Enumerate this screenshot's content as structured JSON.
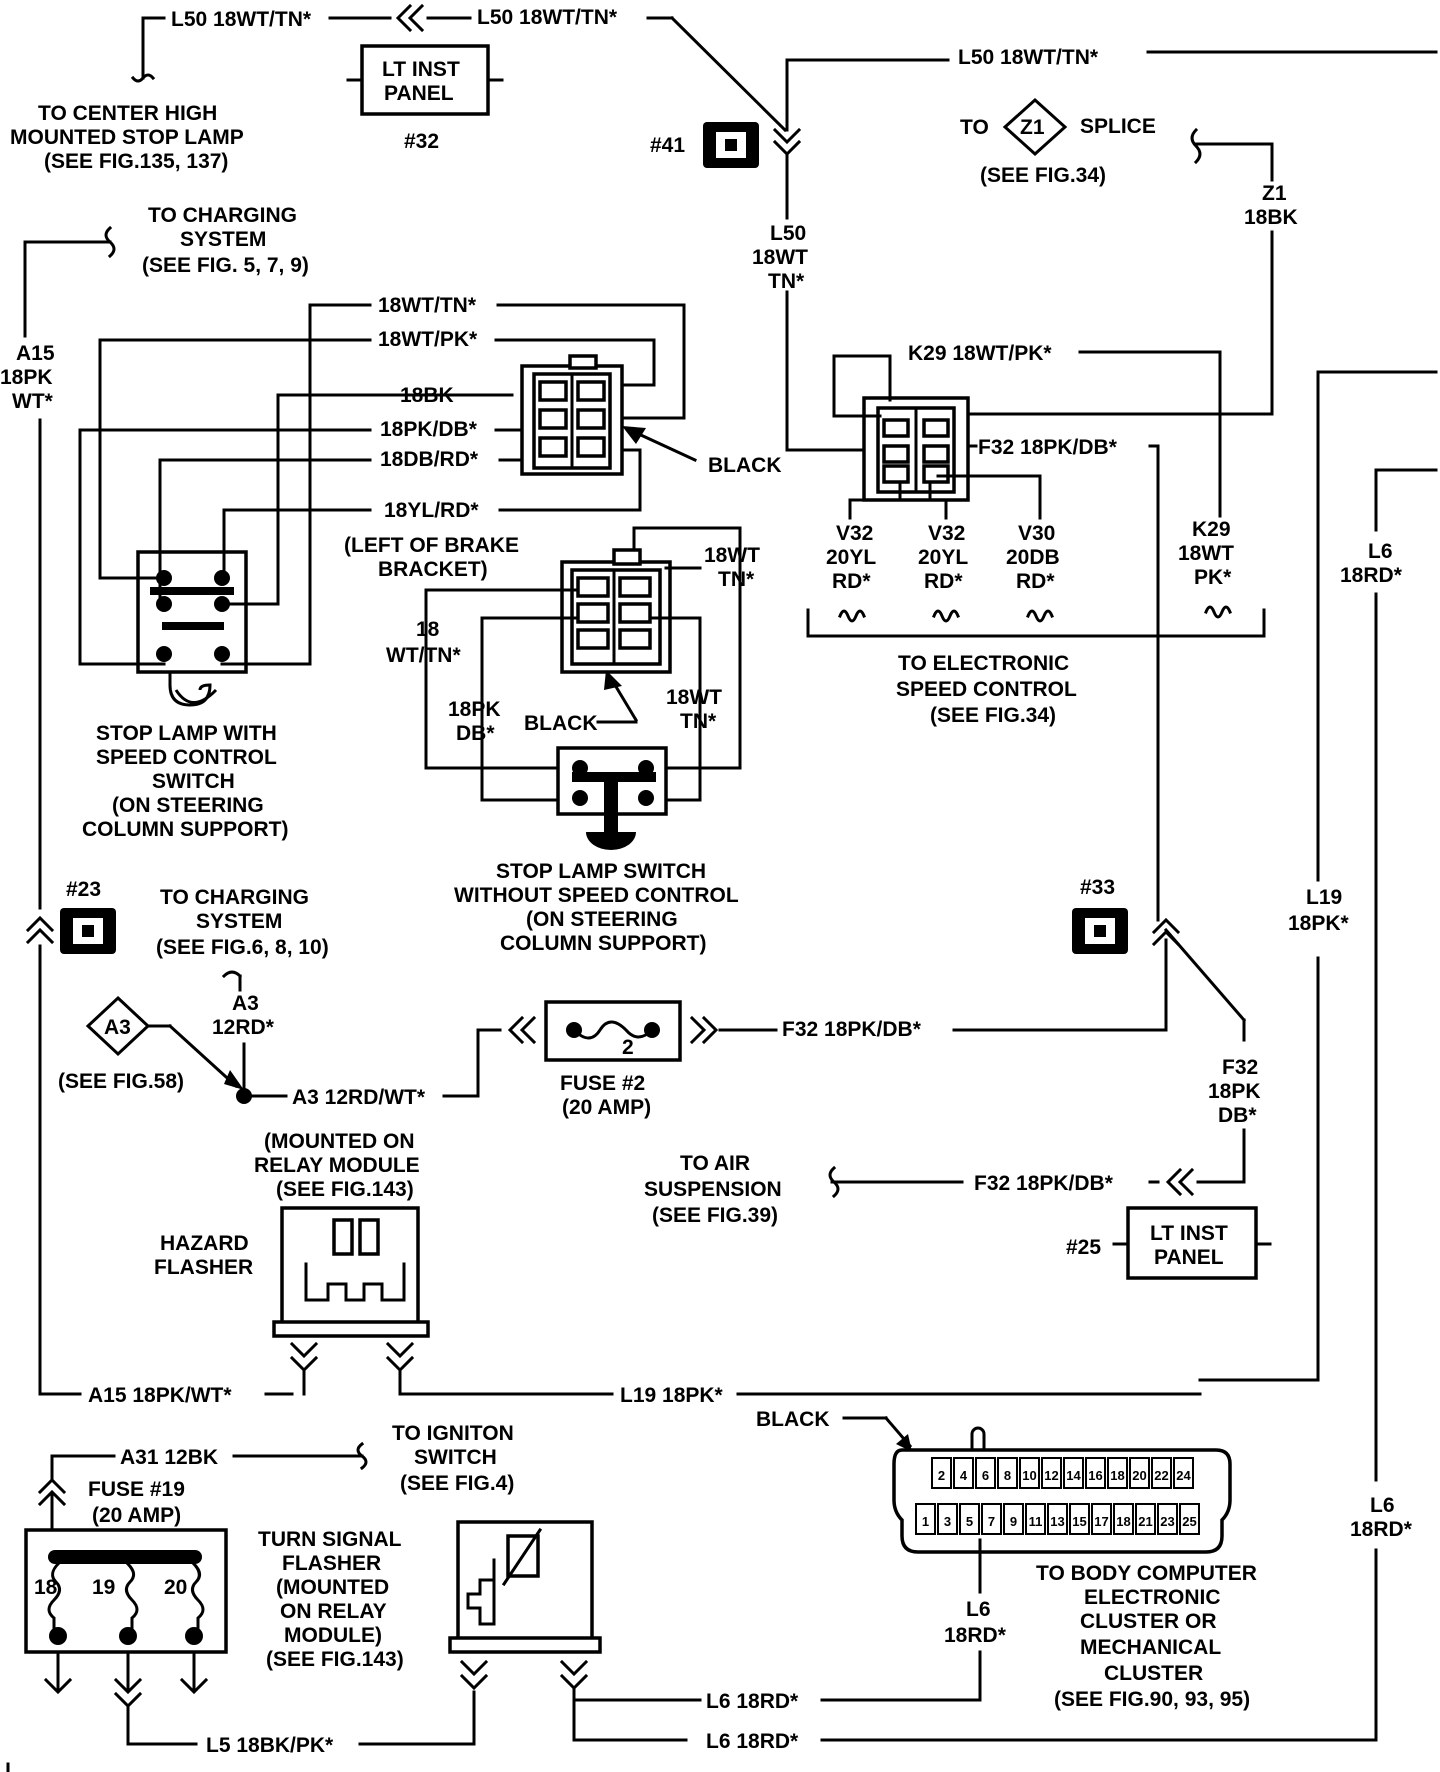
{
  "diagram": {
    "wires": {
      "l50_top_a": "L50 18WT/TN*",
      "l50_top_b": "L50 18WT/TN*",
      "l50_top_c": "L50 18WT/TN*",
      "l50_v1": "L50",
      "l50_v2": "18WT",
      "l50_v3": "TN*",
      "a15_1": "A15",
      "a15_2": "18PK",
      "a15_3": "WT*",
      "a15_bottom": "A15 18PK/WT*",
      "sw_wttn": "18WT/TN*",
      "sw_wtpk": "18WT/PK*",
      "sw_bk": "18BK",
      "sw_pkdb": "18PK/DB*",
      "sw_dbrd": "18DB/RD*",
      "sw_ylrd": "18YL/RD*",
      "k29_top": "K29 18WT/PK*",
      "f32_conn": "F32 18PK/DB*",
      "z1_1": "Z1",
      "z1_2": "18BK",
      "v32a_1": "V32",
      "v32a_2": "20YL",
      "v32a_3": "RD*",
      "v32b_1": "V32",
      "v32b_2": "20YL",
      "v32b_3": "RD*",
      "v30_1": "V30",
      "v30_2": "20DB",
      "v30_3": "RD*",
      "k29_1": "K29",
      "k29_2": "18WT",
      "k29_3": "PK*",
      "l6_top_1": "L6",
      "l6_top_2": "18RD*",
      "l19_1": "L19",
      "l19_2": "18PK*",
      "ns_wttn1_1": "18WT",
      "ns_wttn1_2": "TN*",
      "ns_wttn2_1": "18",
      "ns_wttn2_2": "WT/TN*",
      "ns_pkdb_1": "18PK",
      "ns_pkdb_2": "DB*",
      "ns_wttn3_1": "18WT",
      "ns_wttn3_2": "TN*",
      "a3_v1": "A3",
      "a3_v2": "12RD*",
      "a3_h": "A3 12RD/WT*",
      "f32_fuse": "F32 18PK/DB*",
      "f32_v1": "F32",
      "f32_v2": "18PK",
      "f32_v3": "DB*",
      "f32_air": "F32 18PK/DB*",
      "l19_bottom": "L19 18PK*",
      "a31": "A31 12BK",
      "l6_bc_1": "L6",
      "l6_bc_2": "18RD*",
      "l6_right_1": "L6",
      "l6_right_2": "18RD*",
      "l6_h1": "L6 18RD*",
      "l6_h2": "L6 18RD*",
      "l5": "L5 18BK/PK*"
    },
    "labels": {
      "chmsl_1": "TO CENTER HIGH",
      "chmsl_2": "MOUNTED STOP LAMP",
      "chmsl_3": "(SEE FIG.135, 137)",
      "lt_inst_1": "LT INST",
      "lt_inst_2": "PANEL",
      "conn32": "#32",
      "conn41": "#41",
      "splice_to": "TO",
      "splice_id": "Z1",
      "splice_word": "SPLICE",
      "splice_see": "(SEE FIG.34)",
      "chg1_1": "TO CHARGING",
      "chg1_2": "SYSTEM",
      "chg1_3": "(SEE FIG. 5, 7, 9)",
      "black_1": "BLACK",
      "left_brake_1": "(LEFT OF BRAKE",
      "left_brake_2": "BRACKET)",
      "black_2": "BLACK",
      "ws_1": "STOP LAMP WITH",
      "ws_2": "SPEED CONTROL",
      "ws_3": "SWITCH",
      "ws_4": "(ON STEERING",
      "ws_5": "COLUMN SUPPORT)",
      "wos_1": "STOP LAMP SWITCH",
      "wos_2": "WITHOUT SPEED CONTROL",
      "wos_3": "(ON STEERING",
      "wos_4": "COLUMN SUPPORT)",
      "esc_1": "TO ELECTRONIC",
      "esc_2": "SPEED CONTROL",
      "esc_3": "(SEE FIG.34)",
      "conn23": "#23",
      "chg2_1": "TO CHARGING",
      "chg2_2": "SYSTEM",
      "chg2_3": "(SEE FIG.6, 8, 10)",
      "conn33": "#33",
      "a3_id": "A3",
      "a3_see": "(SEE FIG.58)",
      "fuse2_num": "2",
      "fuse2_1": "FUSE #2",
      "fuse2_2": "(20 AMP)",
      "relay_1": "(MOUNTED ON",
      "relay_2": "RELAY MODULE",
      "relay_3": "(SEE FIG.143)",
      "hazard_1": "HAZARD",
      "hazard_2": "FLASHER",
      "air_1": "TO AIR",
      "air_2": "SUSPENSION",
      "air_3": "(SEE FIG.39)",
      "conn25": "#25",
      "lt_inst2_1": "LT INST",
      "lt_inst2_2": "PANEL",
      "black_3": "BLACK",
      "ign_1": "TO IGNITON",
      "ign_2": "SWITCH",
      "ign_3": "(SEE FIG.4)",
      "fuse19_1": "FUSE #19",
      "fuse19_2": "(20 AMP)",
      "t18": "18",
      "t19": "19",
      "t20": "20",
      "turn_1": "TURN SIGNAL",
      "turn_2": "FLASHER",
      "turn_3": "(MOUNTED",
      "turn_4": "ON RELAY",
      "turn_5": "MODULE)",
      "turn_6": "(SEE FIG.143)",
      "bc_1": "TO BODY COMPUTER",
      "bc_2": "ELECTRONIC",
      "bc_3": "CLUSTER OR",
      "bc_4": "MECHANICAL",
      "bc_5": "CLUSTER",
      "bc_6": "(SEE FIG.90, 93, 95)"
    },
    "pins_top": [
      "2",
      "4",
      "6",
      "8",
      "10",
      "12",
      "14",
      "16",
      "18",
      "20",
      "22",
      "24"
    ],
    "pins_bottom": [
      "1",
      "3",
      "5",
      "7",
      "9",
      "11",
      "13",
      "15",
      "17",
      "18",
      "21",
      "23",
      "25"
    ]
  }
}
